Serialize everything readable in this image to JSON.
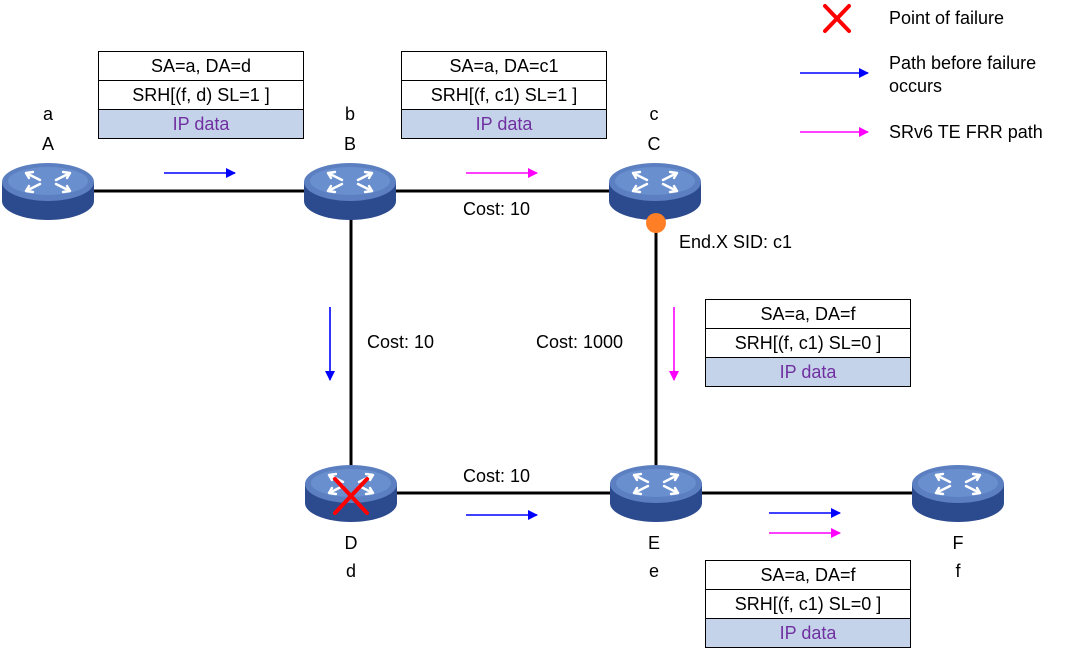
{
  "nodes": {
    "A": {
      "upper": "A",
      "lower": "a"
    },
    "B": {
      "upper": "B",
      "lower": "b"
    },
    "C": {
      "upper": "C",
      "lower": "c"
    },
    "D": {
      "upper": "D",
      "lower": "d"
    },
    "E": {
      "upper": "E",
      "lower": "e"
    },
    "F": {
      "upper": "F",
      "lower": "f"
    }
  },
  "links": {
    "bc_cost": "Cost: 10",
    "bd_cost": "Cost: 10",
    "de_cost": "Cost: 10",
    "ce_cost": "Cost: 1000"
  },
  "sid_label": "End.X SID: c1",
  "packets": [
    {
      "sa_da": "SA=a, DA=d",
      "srh": "SRH[(f, d) SL=1 ]",
      "payload": "IP data"
    },
    {
      "sa_da": "SA=a, DA=c1",
      "srh": "SRH[(f, c1) SL=1 ]",
      "payload": "IP data"
    },
    {
      "sa_da": "SA=a, DA=f",
      "srh": "SRH[(f, c1) SL=0 ]",
      "payload": "IP data"
    },
    {
      "sa_da": "SA=a, DA=f",
      "srh": "SRH[(f, c1) SL=0 ]",
      "payload": "IP data"
    }
  ],
  "legend": {
    "failure": "Point of failure",
    "before_line1": "Path before failure",
    "before_line2": "occurs",
    "frr": "SRv6 TE FRR path"
  },
  "colors": {
    "path_before": "#0000ff",
    "frr_path": "#ff00ff",
    "failure": "#ff0000",
    "sid_dot": "#ff7f27",
    "router_top": "#5b7fc0",
    "router_side": "#2c4a8e",
    "ip_data_bg": "#c5d3ea",
    "ip_data_text": "#7030a0"
  }
}
